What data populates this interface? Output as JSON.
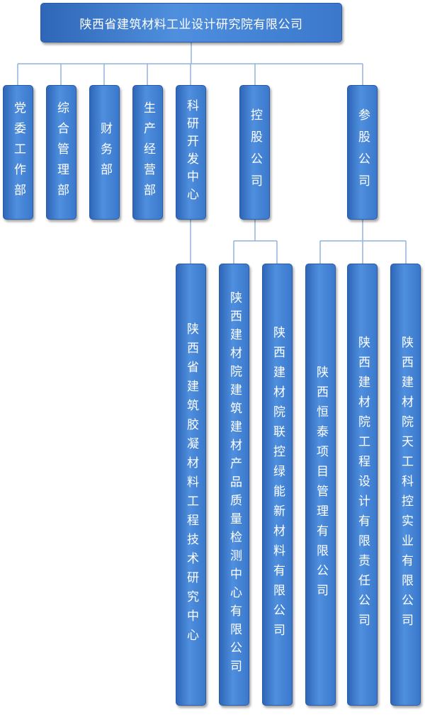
{
  "root": "陕西省建筑材料工业设计研究院有限公司",
  "departments": [
    "党委工作部",
    "综合管理部",
    "财务部",
    "生产经营部",
    "科研开发中心",
    "控股公司",
    "参股公司"
  ],
  "research_units": [
    "陕西省建筑胶凝材料工程技术研究中心"
  ],
  "holding_companies": [
    "陕西建材院建筑建材产品质量检测中心有限公司",
    "陕西建材院联控绿能新材料有限公司"
  ],
  "affiliated_companies": [
    "陕西恒泰项目管理有限公司",
    "陕西建材院工程设计有限责任公司",
    "陕西建材院天工科控实业有限公司"
  ]
}
